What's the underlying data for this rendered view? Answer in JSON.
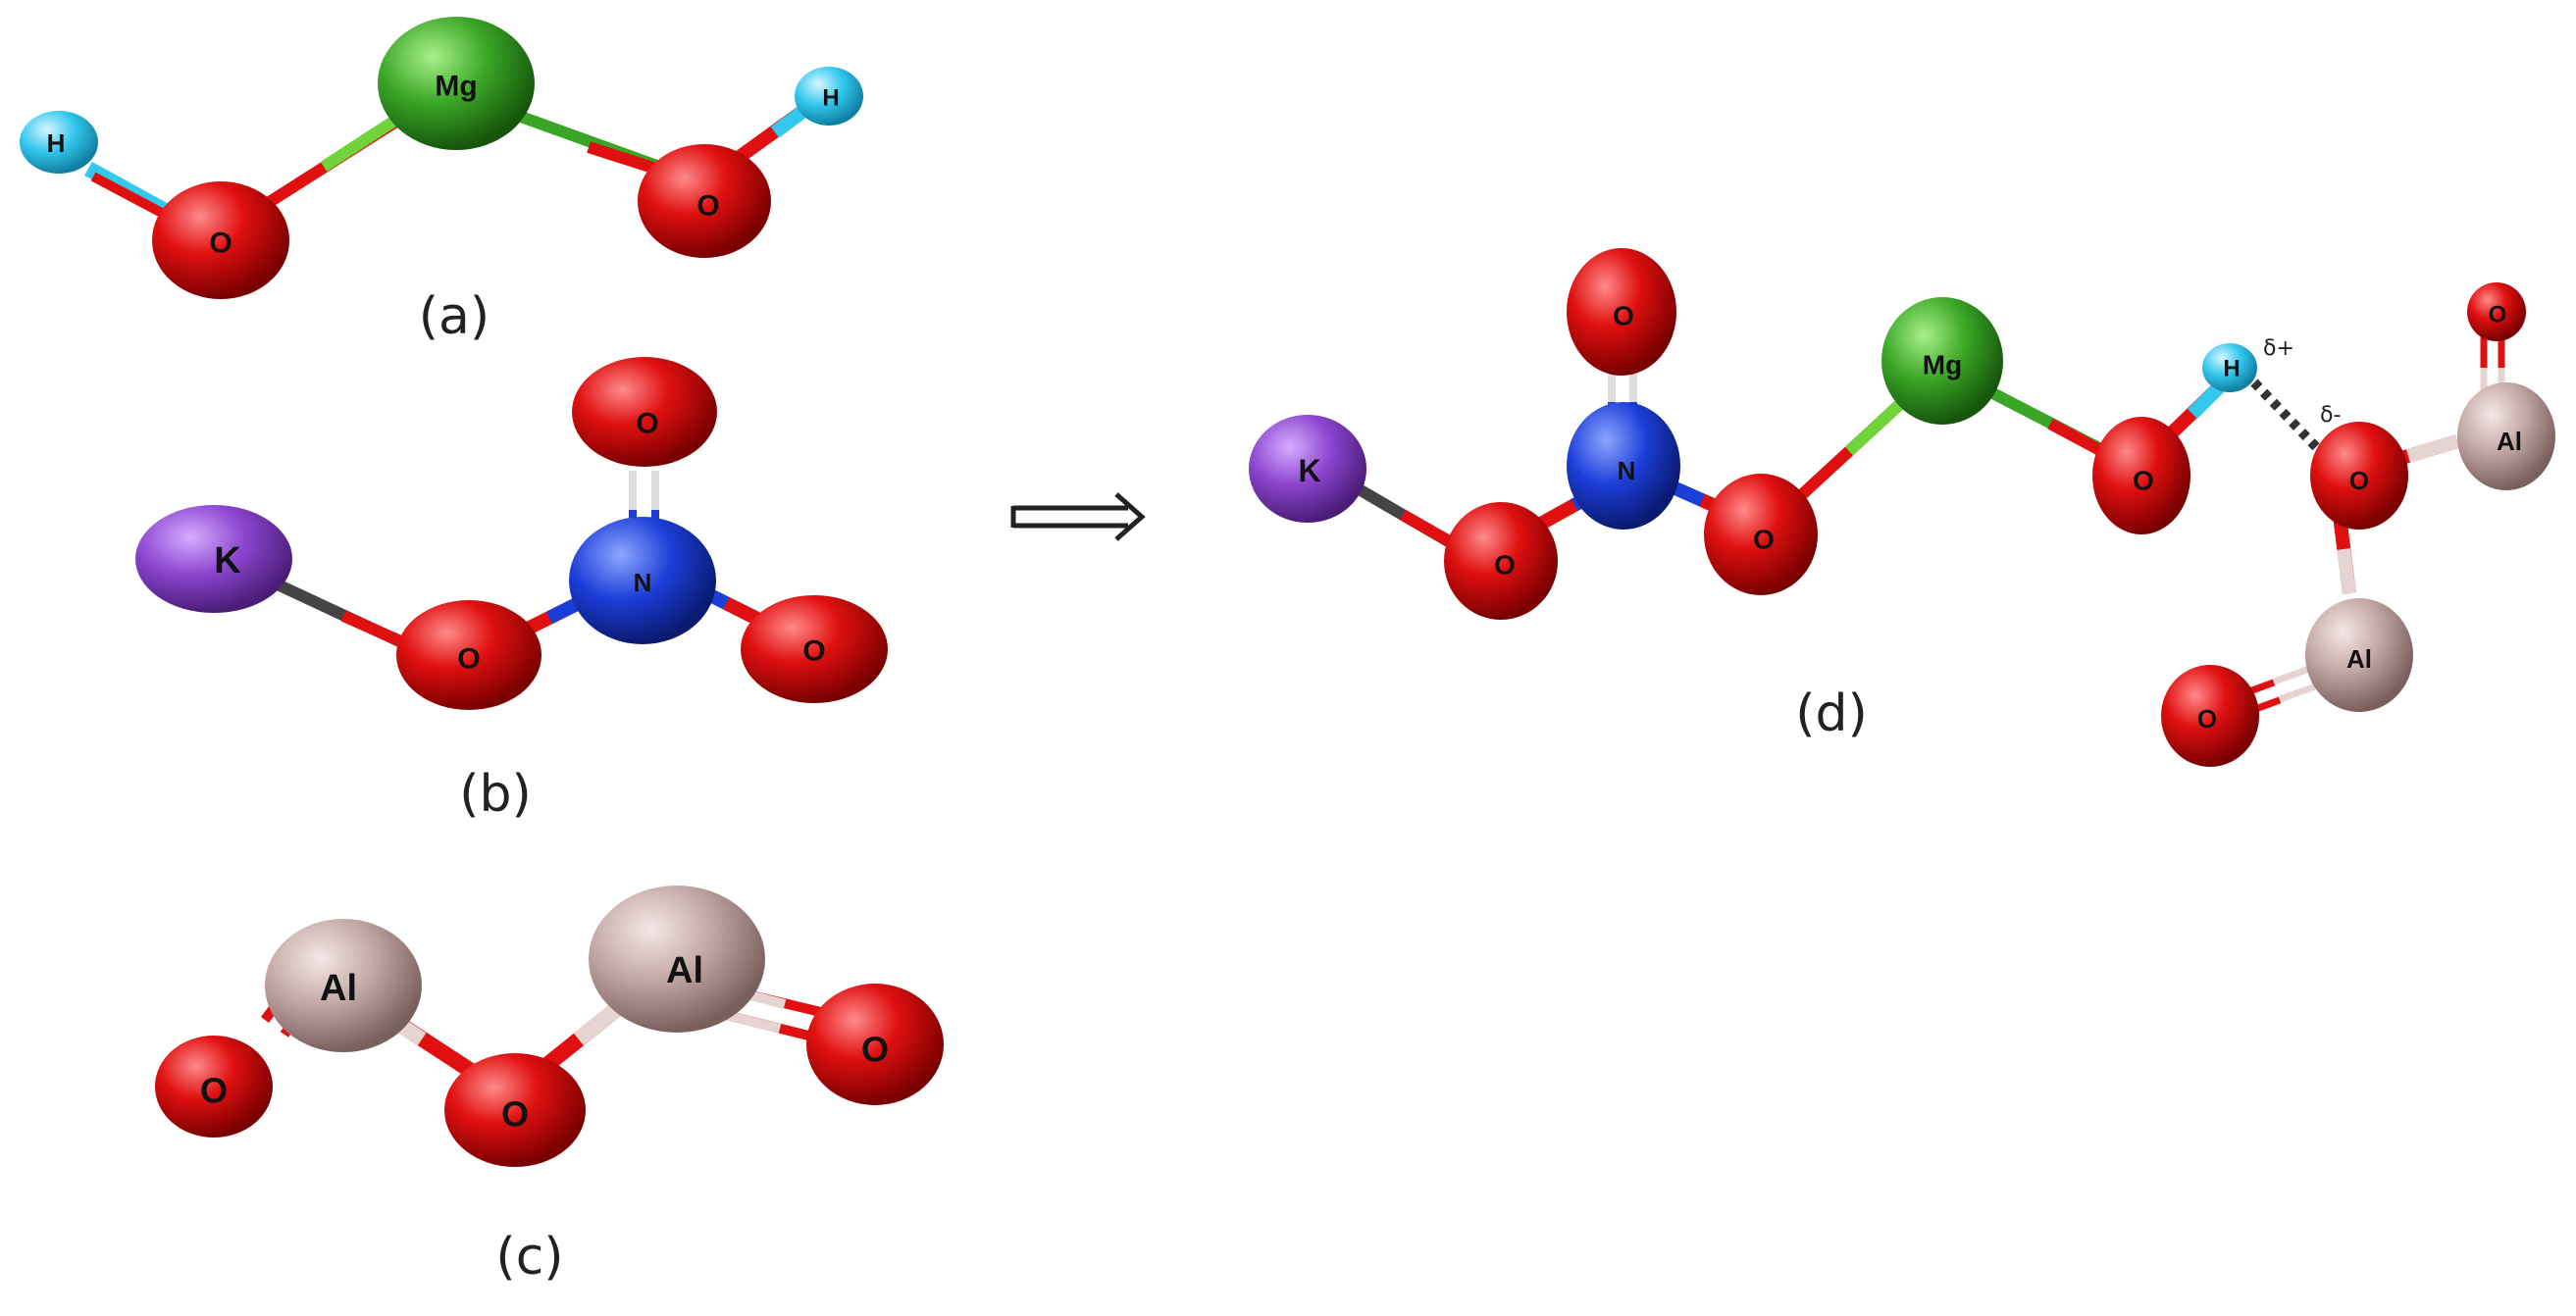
{
  "colors": {
    "O": "#e01010",
    "H": "#33c8ee",
    "Mg": "#3aa626",
    "K": "#8c45cf",
    "N": "#1c3ed8",
    "Al": "#c3a7a4",
    "bond_gray": "#444444",
    "background": "#ffffff"
  },
  "panels": {
    "a": {
      "label": "(a)",
      "molecule": "Mg(OH)2"
    },
    "b": {
      "label": "(b)",
      "molecule": "KNO3"
    },
    "c": {
      "label": "(c)",
      "molecule": "Al2O3"
    },
    "d": {
      "label": "(d)",
      "molecule": "KNO3–Mg(OH)–Al2O3 complex"
    }
  },
  "atoms": {
    "O": "O",
    "H": "H",
    "Mg": "Mg",
    "K": "K",
    "N": "N",
    "Al": "Al"
  },
  "annotations": {
    "delta_plus": "δ+",
    "delta_minus": "δ-"
  },
  "arrow": {
    "icon": "double-arrow-right-icon"
  }
}
